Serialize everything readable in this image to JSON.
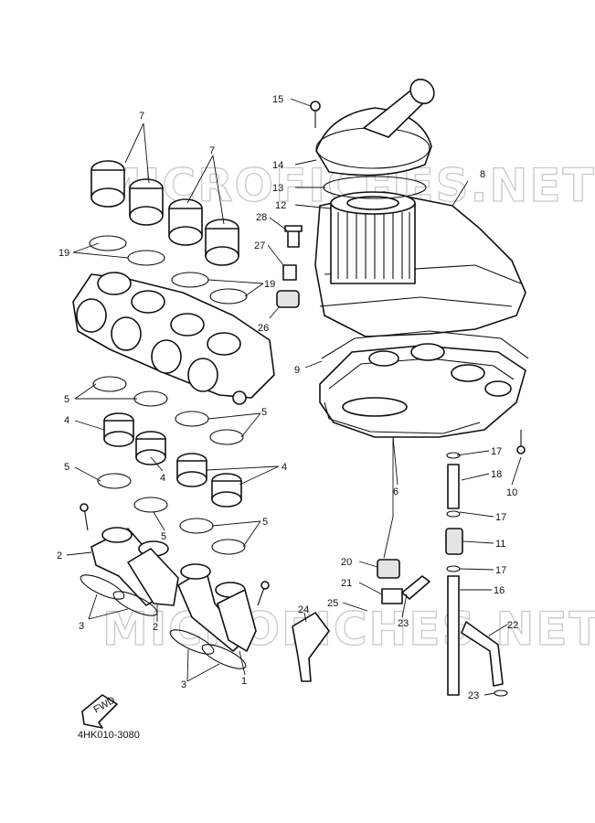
{
  "diagram": {
    "watermark": "MICROFICHES.NET",
    "diagram_code": "4HK010-3080",
    "fwd_label": "FWD",
    "callouts": [
      "1",
      "2",
      "3",
      "4",
      "5",
      "6",
      "7",
      "8",
      "9",
      "10",
      "11",
      "12",
      "13",
      "14",
      "15",
      "16",
      "17",
      "18",
      "19",
      "20",
      "21",
      "22",
      "23",
      "24",
      "25",
      "26",
      "27",
      "28"
    ]
  },
  "colors": {
    "line": "#111111",
    "watermark": "#c9c9c9",
    "background": "#ffffff"
  }
}
